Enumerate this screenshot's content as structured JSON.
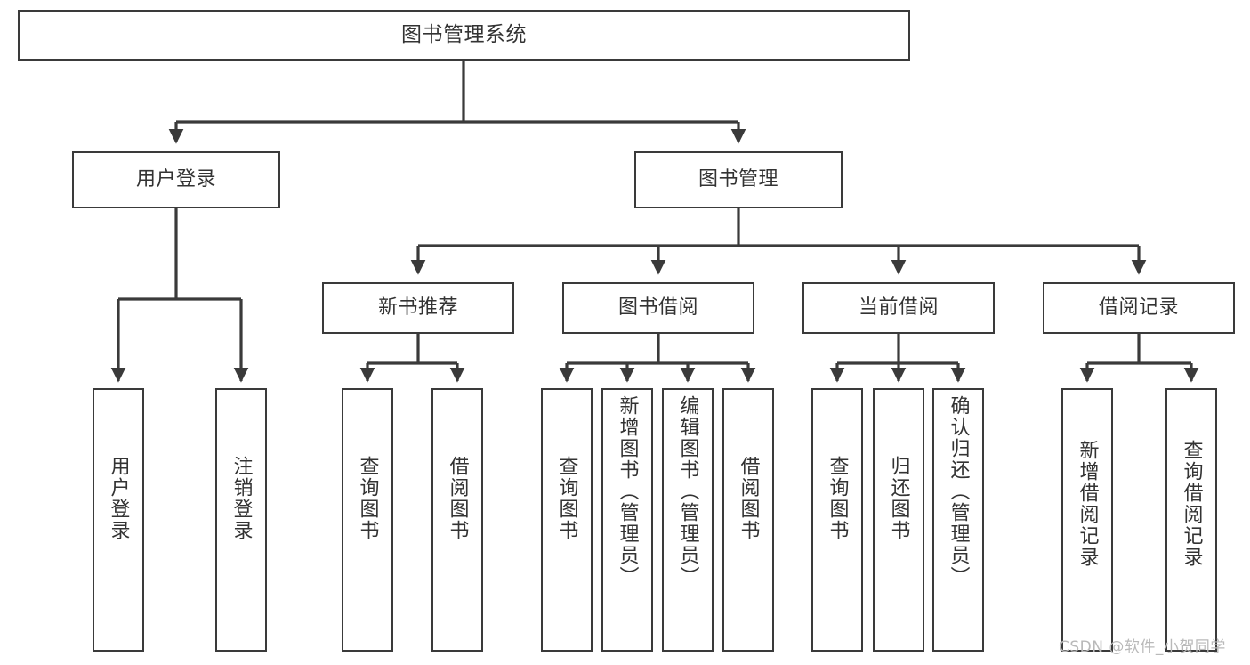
{
  "diagram": {
    "title": "图书管理系统",
    "type": "tree-hierarchy",
    "watermark": "CSDN @软件_小贺同学",
    "accent_color": "#3a3a3a",
    "text_color": "#333333",
    "background": "#ffffff"
  },
  "nodes": {
    "root": {
      "label": "图书管理系统"
    },
    "level2": [
      {
        "label": "用户登录"
      },
      {
        "label": "图书管理"
      }
    ],
    "level3": [
      {
        "label": "新书推荐"
      },
      {
        "label": "图书借阅"
      },
      {
        "label": "当前借阅"
      },
      {
        "label": "借阅记录"
      }
    ],
    "leaves": [
      {
        "label": "用户登录",
        "parent": "用户登录"
      },
      {
        "label": "注销登录",
        "parent": "用户登录"
      },
      {
        "label": "查询图书",
        "parent": "新书推荐"
      },
      {
        "label": "借阅图书",
        "parent": "新书推荐"
      },
      {
        "label": "查询图书",
        "parent": "图书借阅"
      },
      {
        "label": "新增图书（管理员）",
        "parent": "图书借阅"
      },
      {
        "label": "编辑图书（管理员）",
        "parent": "图书借阅"
      },
      {
        "label": "借阅图书",
        "parent": "图书借阅"
      },
      {
        "label": "查询图书",
        "parent": "当前借阅"
      },
      {
        "label": "归还图书",
        "parent": "当前借阅"
      },
      {
        "label": "确认归还（管理员）",
        "parent": "当前借阅"
      },
      {
        "label": "新增借阅记录",
        "parent": "借阅记录"
      },
      {
        "label": "查询借阅记录",
        "parent": "借阅记录"
      }
    ]
  }
}
